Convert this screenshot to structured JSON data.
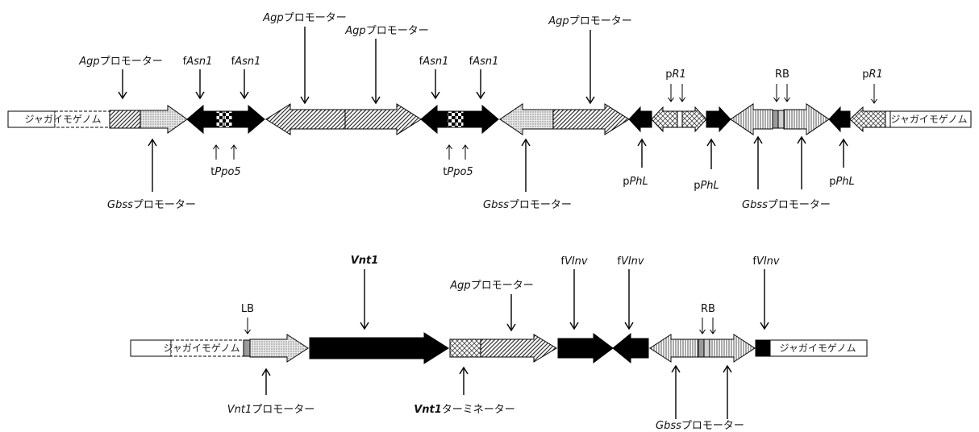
{
  "labels": {
    "agp": "Agp",
    "promoter": "プロモーター",
    "gbss": "Gbss",
    "fasn1_f": "f",
    "fasn1_i": "Asn1",
    "tppo5_t": "t",
    "tppo5_i": "Ppo5",
    "pphl_p": "p",
    "pphl_i": "PhL",
    "pr1_p": "p",
    "pr1_i": "R1",
    "rb": "RB",
    "lb": "LB",
    "genome": "ジャガイモゲノム",
    "vnt1": "Vnt1",
    "terminator": "ターミネーター",
    "fvinv_f": "f",
    "fvinv_i": "VInv"
  },
  "colors": {
    "black": "#000000",
    "grey_band": "#9a9a9a",
    "line": "#000000"
  },
  "icons": {
    "down_arrow": "arrow-down",
    "up_arrow": "arrow-up"
  }
}
